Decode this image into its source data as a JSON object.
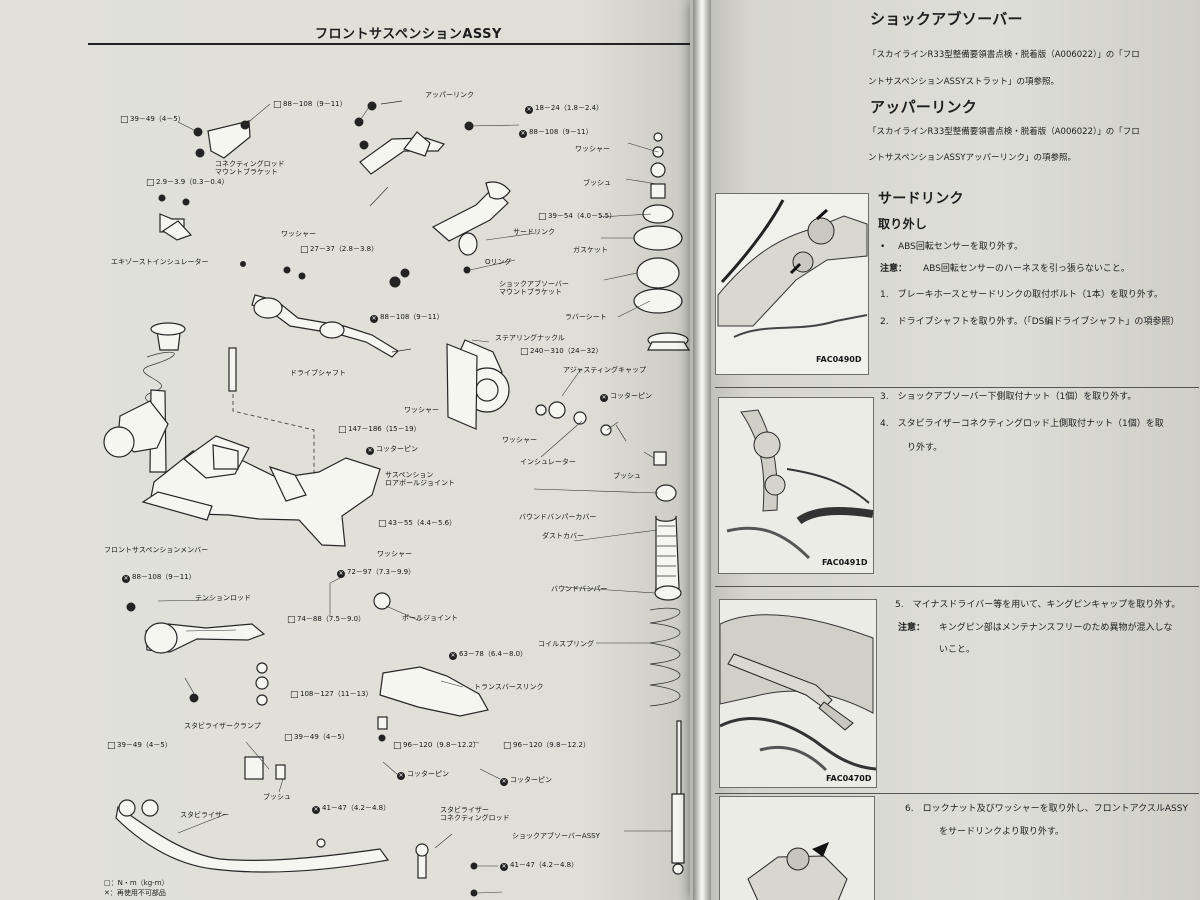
{
  "left_page": {
    "title": "フロントサスペンションASSY",
    "labels": {
      "upper_link": "アッパーリンク",
      "connecting_mount": "コネクティングロッド\nマウントブラケット",
      "exhaust_insulator": "エキゾーストインシュレーター",
      "washer_1": "ワッシャー",
      "drive_shaft": "ドライブシャフト",
      "third_link": "サードリンク",
      "o_ring": "Oリング",
      "steering_knuckle": "ステアリングナックル",
      "shock_mount": "ショックアブソーバー\nマウントブラケット",
      "gasket": "ガスケット",
      "bush_1": "ブッシュ",
      "rubber_sheet": "ラバーシート",
      "adjusting_cap": "アジャスティングキャップ",
      "cotter_pin_1": "コッターピン",
      "washer_2": "ワッシャー",
      "washer_3": "ワッシャー",
      "insulator": "インシュレーター",
      "bush_2": "ブッシュ",
      "cotter_pin_2": "コッターピン",
      "suspension_ball_joint": "サスペンション\nロアボールジョイント",
      "bound_bumper_cover": "バウンドバンパーカバー",
      "front_member": "フロントサスペンションメンバー",
      "washer_4": "ワッシャー",
      "dust_cover": "ダストカバー",
      "bound_bumper": "バウンドバンパー",
      "tension_rod": "テンションロッド",
      "ball_joint": "ボールジョイント",
      "coil_spring": "コイルスプリング",
      "transverse_link": "トランスバースリンク",
      "stabilizer_clamp": "スタビライザークランプ",
      "cotter_pin_3": "コッターピン",
      "cotter_pin_4": "コッターピン",
      "stabilizer": "スタビライザー",
      "bush_3": "ブッシュ",
      "stab_rod": "スタビライザー\nコネクティングロッド",
      "shock_assy": "ショックアブソーバーASSY",
      "washer_5": "ワッシャー"
    },
    "torque_values": {
      "t1": "39－49（4－5）",
      "t2": "88－108（9－11）",
      "t3": "2.9－3.9（0.3－0.4）",
      "t4": "18－24（1.8－2.4）",
      "t5": "88－108（9－11）",
      "t6": "27－37（2.8－3.8）",
      "t7": "39－54（4.0－5.5）",
      "t8": "88－108（9－11）",
      "t9": "240－310（24－32）",
      "t10": "147－186（15－19）",
      "t11": "43－55（4.4－5.6）",
      "t12": "72－97（7.3－9.9）",
      "t13": "88－108（9－11）",
      "t14": "74－88（7.5－9.0）",
      "t15": "63－78（6.4－8.0）",
      "t16": "108－127（11－13）",
      "t17": "39－49（4－5）",
      "t18": "39－49（4－5）",
      "t19": "96－120（9.8－12.2）",
      "t20": "96－120（9.8－12.2）",
      "t21": "41－47（4.2－4.8）",
      "t22": "41－47（4.2－4.8）"
    },
    "legend": "□：N・m（kg-m）\n✕：再使用不可部品"
  },
  "right_page": {
    "shock_absorber": {
      "heading": "ショックアブソーバー",
      "line1": "「スカイラインR33型整備要領書点検・脱着版（A006022）」の「フロ",
      "line2": "ントサスペンションASSYストラット」の項参照。"
    },
    "upper_link": {
      "heading": "アッパーリンク",
      "line1": "「スカイラインR33型整備要領書点検・脱着版（A006022）」の「フロ",
      "line2": "ントサスペンションASSYアッパーリンク」の項参照。"
    },
    "third_link": {
      "heading": "サードリンク",
      "subheading": "取り外し",
      "bullet": "•",
      "bullet_text": "ABS回転センサーを取り外す。",
      "note_label": "注意：",
      "note_text": "ABS回転センサーのハーネスを引っ張らないこと。",
      "step_1": "1.　ブレーキホースとサードリンクの取付ボルト（1本）を取り外す。",
      "step_2": "2.　ドライブシャフトを取り外す。（「DS編ドライブシャフト」の項参照）",
      "step_3": "3.　ショックアブソーバー下側取付ナット（1個）を取り外す。",
      "step_4a": "4.　スタビライザーコネクティングロッド上側取付ナット（1個）を取",
      "step_4b": "り外す。",
      "step_5": "5.　マイナスドライバー等を用いて、キングピンキャップを取り外す。",
      "note_label_2": "注意：",
      "note_2a": "キングピン部はメンテナンスフリーのため異物が混入しな",
      "note_2b": "いこと。",
      "step_6a": "6.　ロックナット及びワッシャーを取り外し、フロントアクスルASSY",
      "step_6b": "をサードリンクより取り外す。"
    },
    "photo_codes": {
      "p1": "FAC0490D",
      "p2": "FAC0491D",
      "p3": "FAC0470D"
    }
  }
}
